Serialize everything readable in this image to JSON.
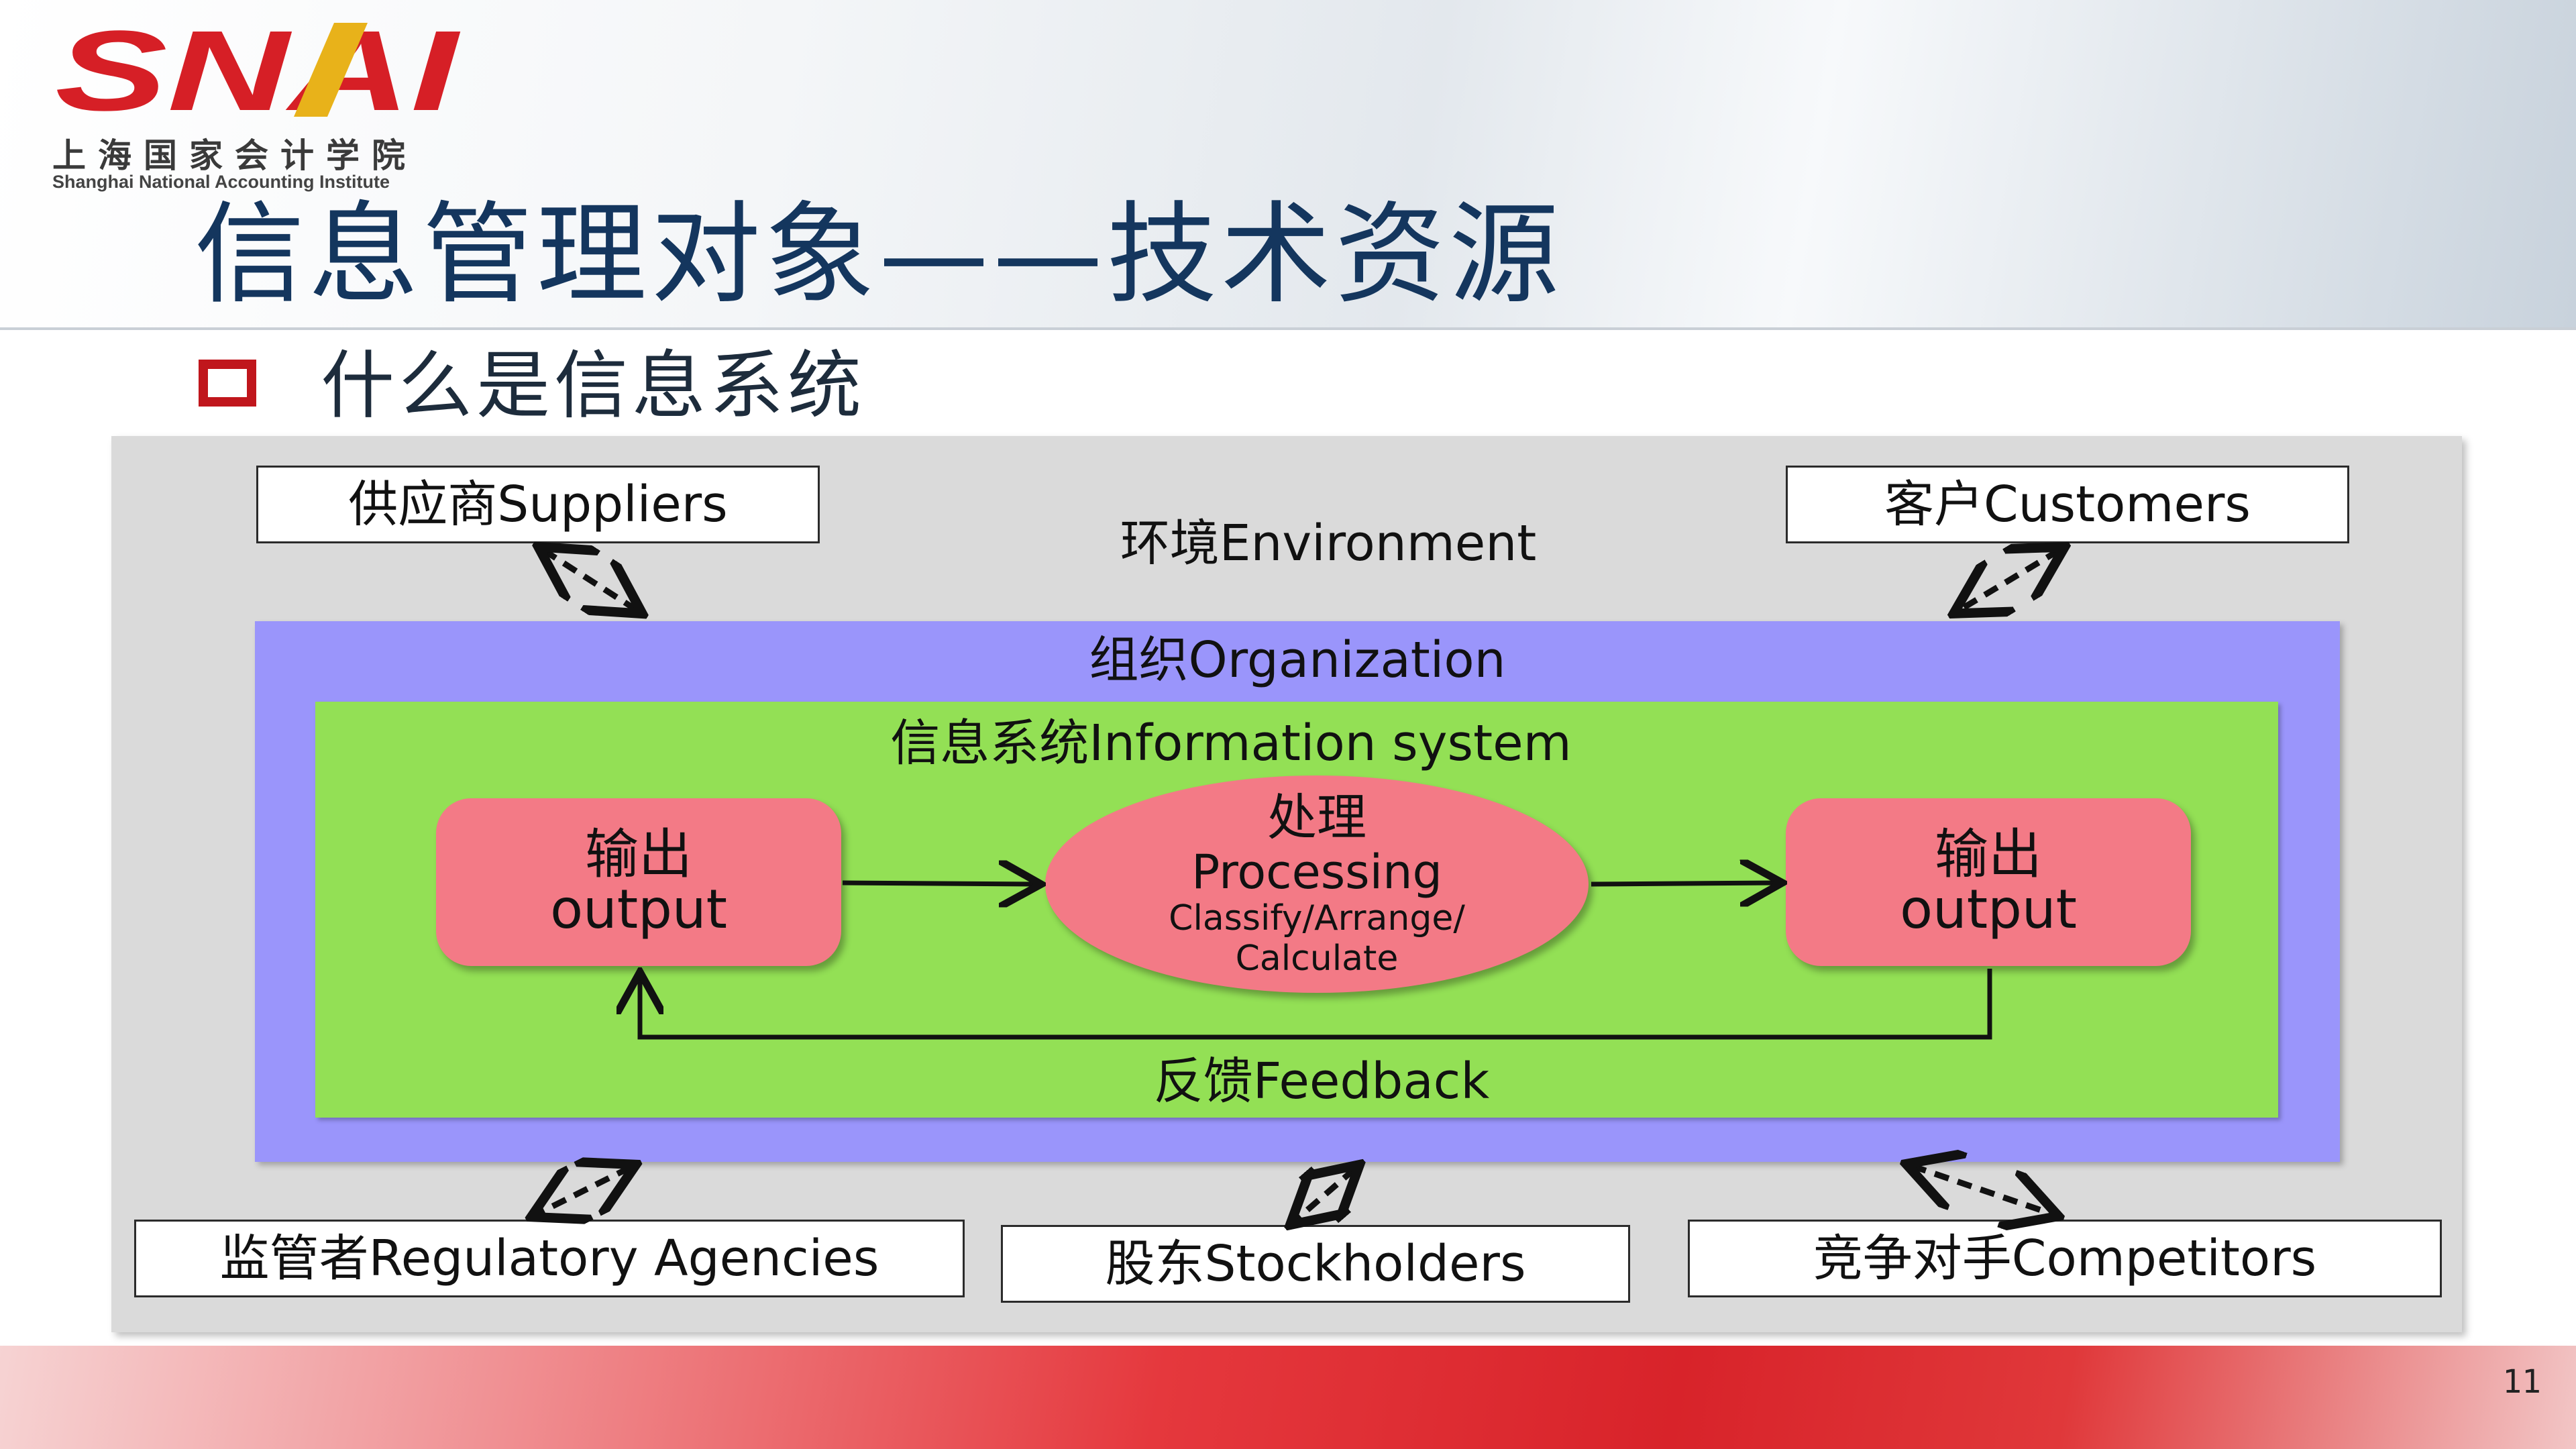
{
  "logo": {
    "mark_text": "SNAI",
    "cn_name": "上海国家会计学院",
    "en_name": "Shanghai National Accounting Institute"
  },
  "slide": {
    "title": "信息管理对象——技术资源",
    "bullet": "什么是信息系统",
    "page_number": "11"
  },
  "diagram": {
    "environment": "环境Environment",
    "organization": "组织Organization",
    "information_system": "信息系统Information system",
    "stakeholders": {
      "suppliers": "供应商Suppliers",
      "customers": "客户Customers",
      "regulatory": "监管者Regulatory Agencies",
      "stockholders": "股东Stockholders",
      "competitors": "竞争对手Competitors"
    },
    "left_node": {
      "cn": "输出",
      "en": "output"
    },
    "processing": {
      "cn": "处理",
      "en": "Processing",
      "sub_line1": "Classify/Arrange/",
      "sub_line2": "Calculate"
    },
    "right_node": {
      "cn": "输出",
      "en": "output"
    },
    "feedback": "反馈Feedback"
  },
  "colors": {
    "title": "#14365e",
    "bullet_box": "#c0161c",
    "organization": "#9a95fb",
    "information_system": "#93e055",
    "node": "#f37a86",
    "logo_red": "#d61f26",
    "logo_gold": "#e8b21a"
  }
}
